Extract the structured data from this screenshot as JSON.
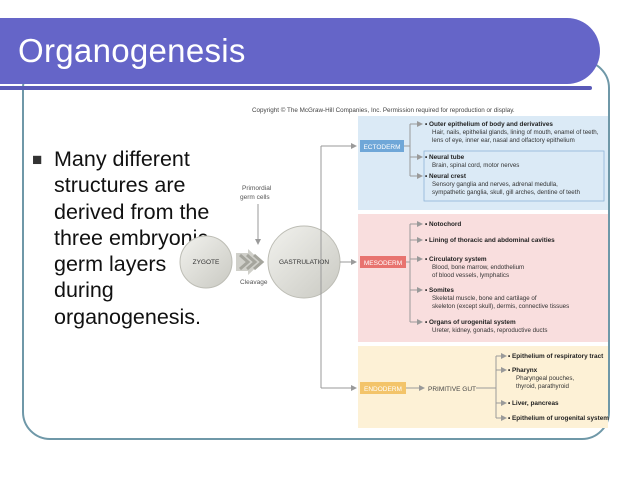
{
  "slide": {
    "title": "Organogenesis",
    "bullet": "Many different structures are derived from the three embryonic germ layers during organogenesis.",
    "bullet_icon": "filled-square-bullet"
  },
  "diagram": {
    "copyright": "Copyright © The McGraw-Hill Companies, Inc. Permission required for reproduction or display.",
    "zygote": "ZYGOTE",
    "cleavage": "Cleavage",
    "primordial": [
      "Primordial",
      "germ cells"
    ],
    "gastrulation": "GASTRULATION",
    "ectoderm": {
      "label": "ECTODERM",
      "items": [
        {
          "title": "• Outer epithelium of body and derivatives",
          "details": [
            "Hair, nails, epithelial glands, lining of mouth, enamel of teeth,",
            "lens of eye, inner ear, nasal and olfactory epithelium"
          ]
        },
        {
          "title": "• Neural tube",
          "details": [
            "Brain, spinal cord, motor nerves"
          ]
        },
        {
          "title": "• Neural crest",
          "details": [
            "Sensory ganglia and nerves, adrenal medulla,",
            "sympathetic ganglia, skull, gill arches, dentine of teeth"
          ]
        }
      ]
    },
    "mesoderm": {
      "label": "MESODERM",
      "items": [
        {
          "title": "• Notochord",
          "details": []
        },
        {
          "title": "• Lining of thoracic and abdominal cavities",
          "details": []
        },
        {
          "title": "• Circulatory system",
          "details": [
            "Blood, bone marrow, endothelium",
            "of blood vessels, lymphatics"
          ]
        },
        {
          "title": "• Somites",
          "details": [
            "Skeletal muscle, bone and cartilage of",
            "skeleton (except skull), dermis, connective tissues"
          ]
        },
        {
          "title": "• Organs of urogenital system",
          "details": [
            "Ureter, kidney, gonads, reproductive ducts"
          ]
        }
      ]
    },
    "endoderm": {
      "label": "ENDODERM",
      "primitive_gut": "PRIMITIVE GUT",
      "items": [
        {
          "title": "• Epithelium of respiratory tract",
          "details": []
        },
        {
          "title": "• Pharynx",
          "details": [
            "Pharyngeal pouches,",
            "thyroid, parathyroid"
          ]
        },
        {
          "title": "• Liver, pancreas",
          "details": []
        },
        {
          "title": "• Epithelium of urogenital system",
          "details": []
        }
      ]
    },
    "colors": {
      "ectoderm_bg": "#dbeaf6",
      "ectoderm_box": "#6fa7d8",
      "mesoderm_bg": "#f9dede",
      "mesoderm_box": "#e8736f",
      "endoderm_bg": "#fdf1d6",
      "endoderm_box": "#f3c46a"
    }
  }
}
